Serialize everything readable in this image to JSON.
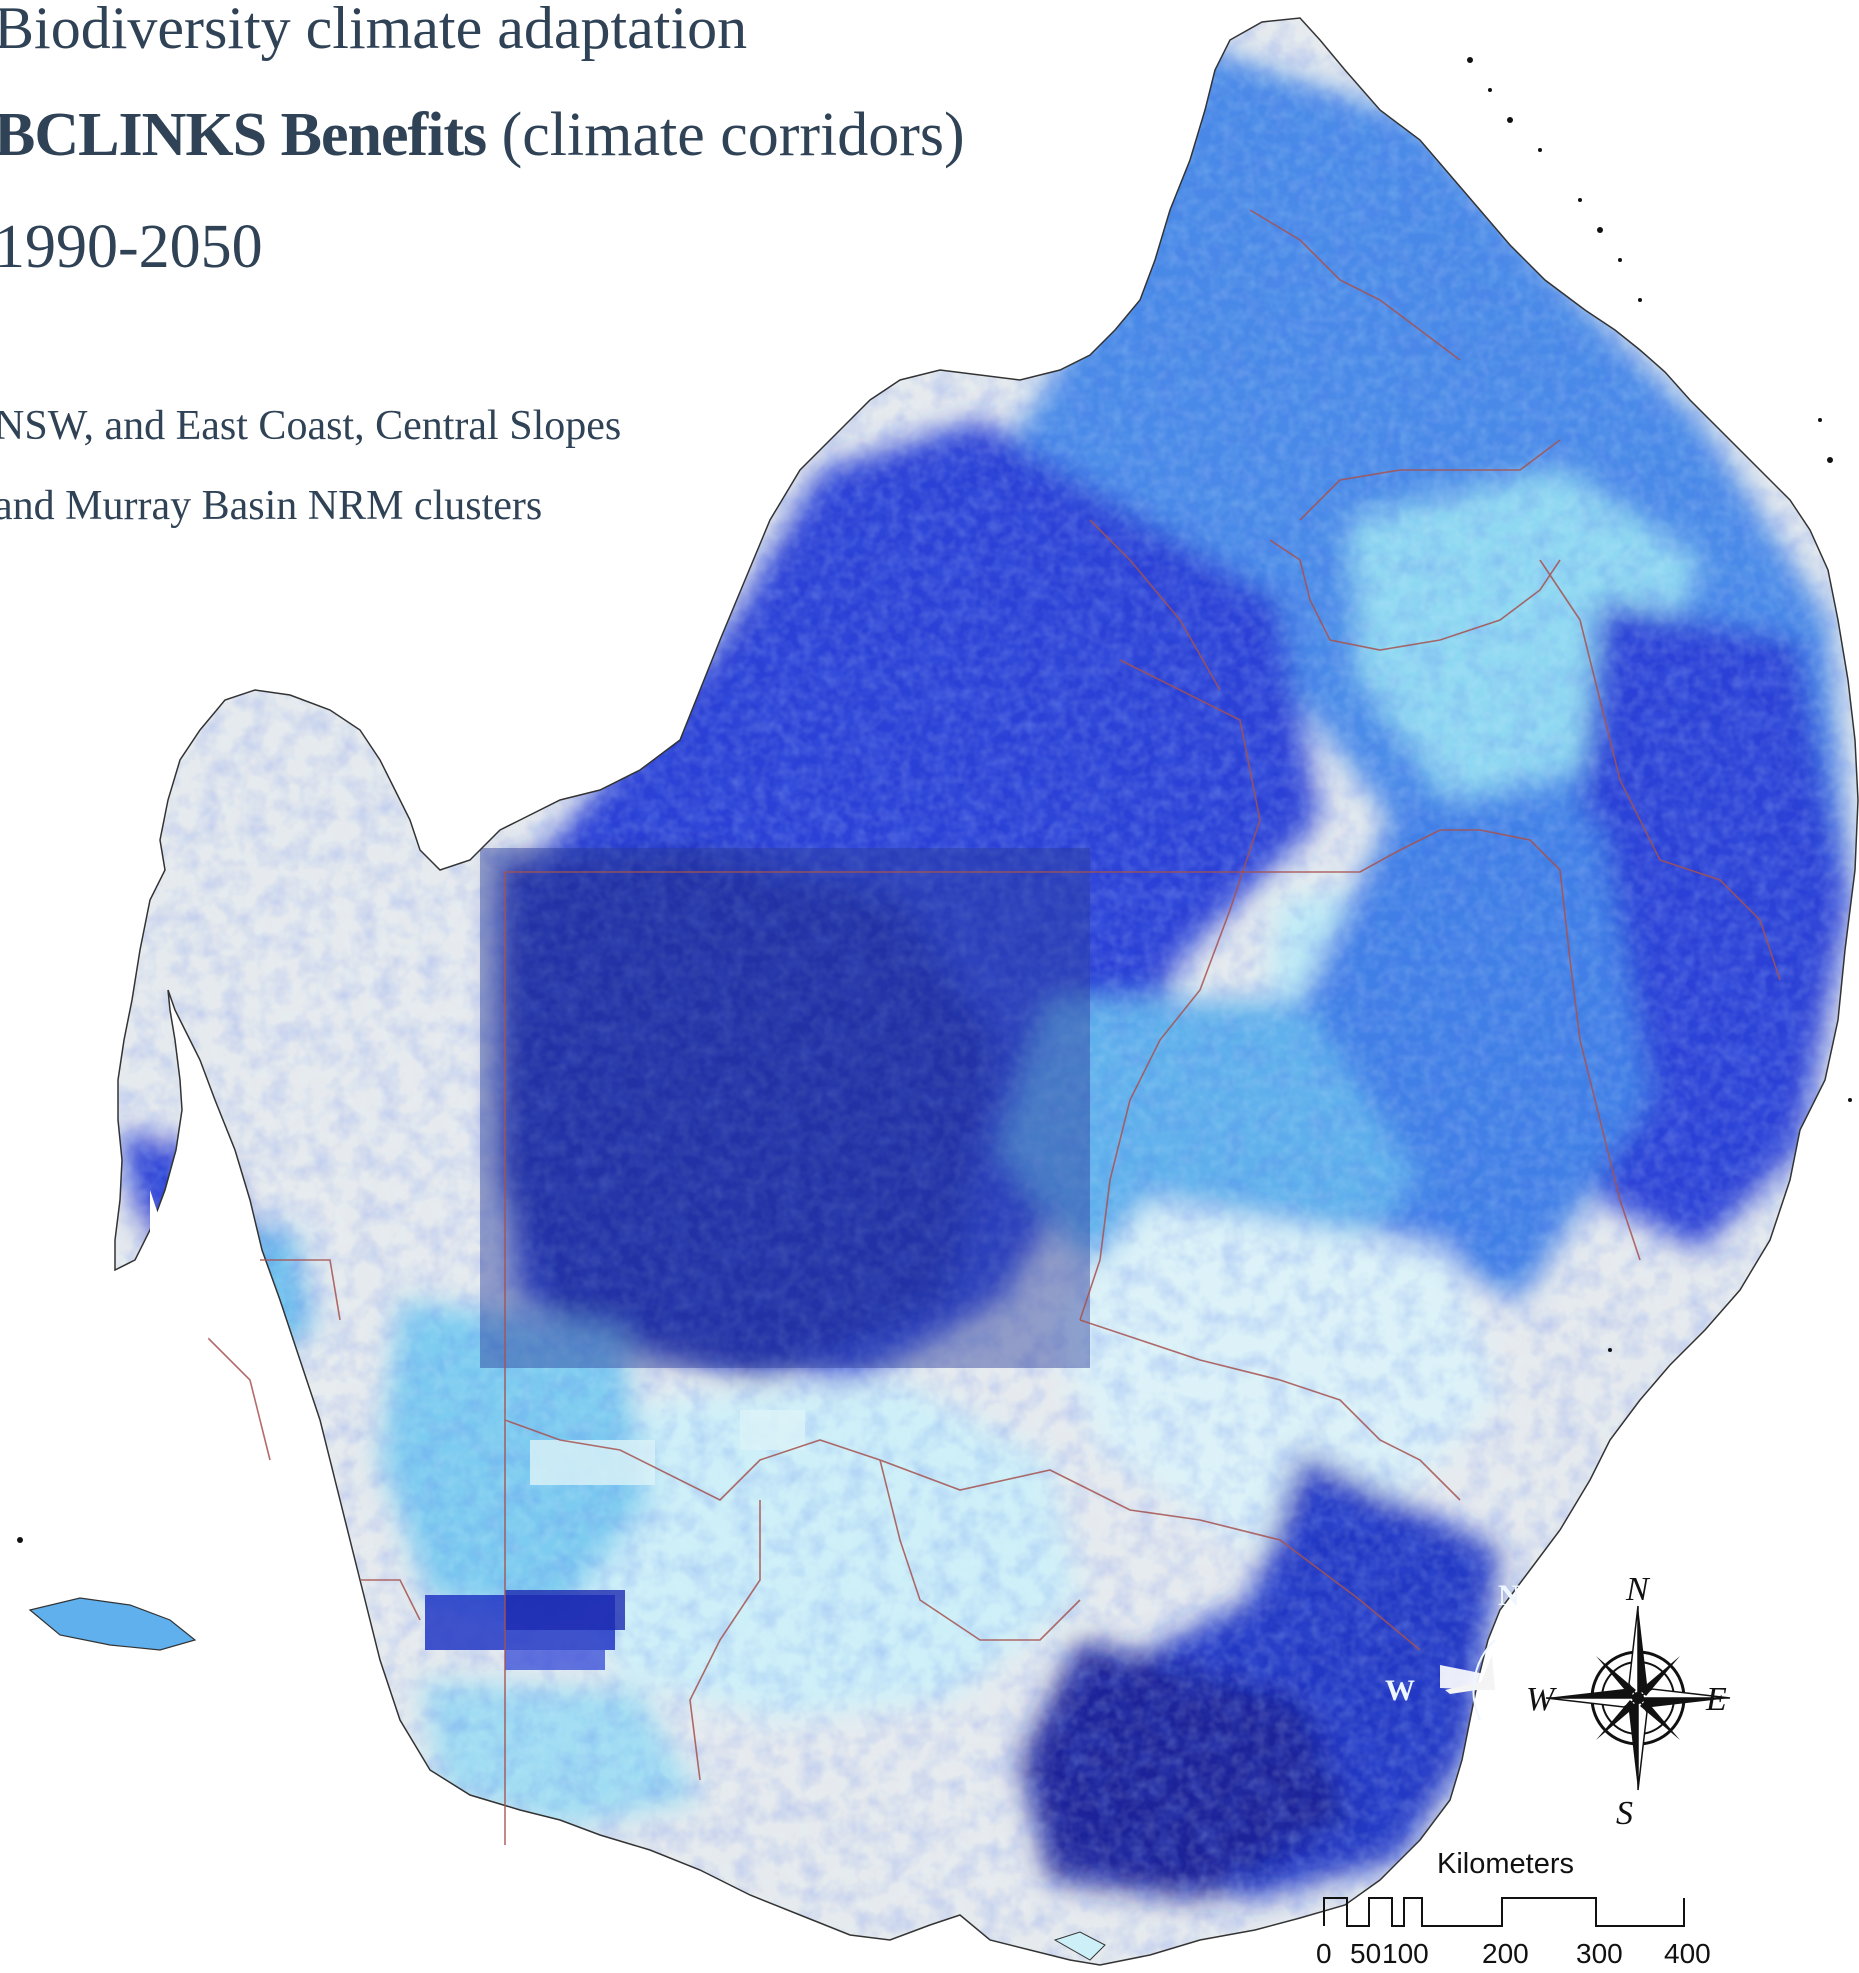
{
  "title": {
    "line1": "Biodiversity climate adaptation",
    "line2_bold": "BCLINKS Benefits",
    "line2_rest": " (climate corridors)",
    "line3": "1990-2050",
    "subtitle_line1": "NSW, and East Coast, Central Slopes",
    "subtitle_line2": "and Murray Basin NRM clusters"
  },
  "compass": {
    "north": "N",
    "south": "S",
    "east": "E",
    "west": "W",
    "inset_north": "N",
    "inset_west": "W"
  },
  "scale_bar": {
    "title": "Kilometers",
    "ticks": [
      "0",
      "50",
      "100",
      "200",
      "300",
      "400"
    ]
  },
  "colors": {
    "deep_blue": "#2a3fd6",
    "navy": "#1d2ab0",
    "mid_blue": "#3f7fe6",
    "sky_blue": "#67c4f0",
    "pale_cyan": "#bdeaf6",
    "land_grey": "#e6eaee",
    "boundary": "#a6524f",
    "title_text": "#2f4256"
  }
}
